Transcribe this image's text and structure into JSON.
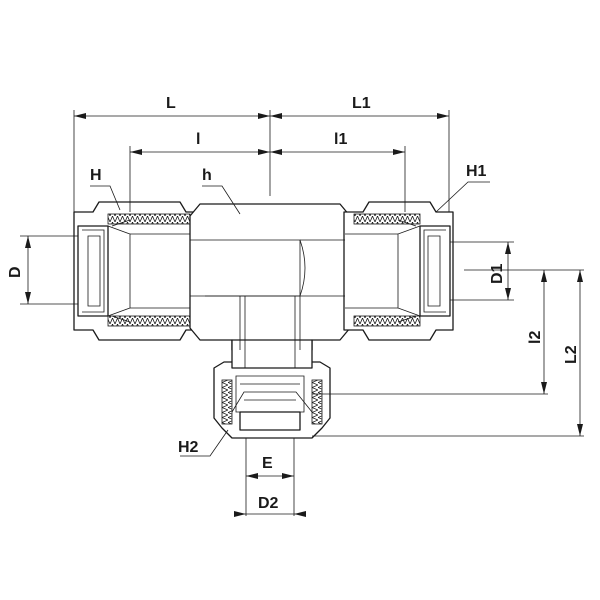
{
  "diagram": {
    "labels": {
      "L": "L",
      "L1": "L1",
      "l": "l",
      "l1": "l1",
      "H": "H",
      "h": "h",
      "H1": "H1",
      "D": "D",
      "D1": "D1",
      "l2": "l2",
      "L2": "L2",
      "H2": "H2",
      "E": "E",
      "D2": "D2"
    }
  }
}
